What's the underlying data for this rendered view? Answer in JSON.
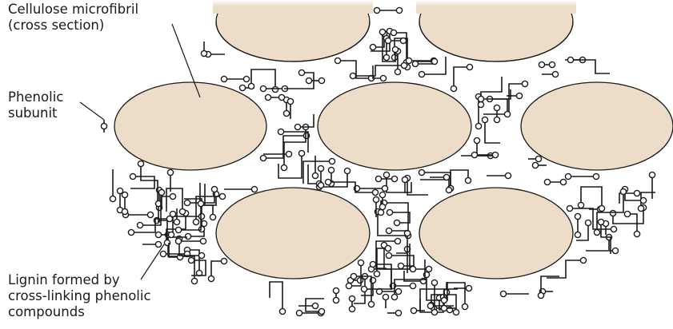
{
  "labels": {
    "cellulose": [
      "Cellulose microfibril",
      "(cross section)"
    ],
    "phenolic": [
      "Phenolic",
      "subunit"
    ],
    "lignin": [
      "Lignin formed by",
      "cross-linking phenolic",
      "compounds"
    ]
  },
  "colors": {
    "microfibril_fill": "#eddcc8",
    "line": "#1a1a1a",
    "background": "#ffffff"
  }
}
